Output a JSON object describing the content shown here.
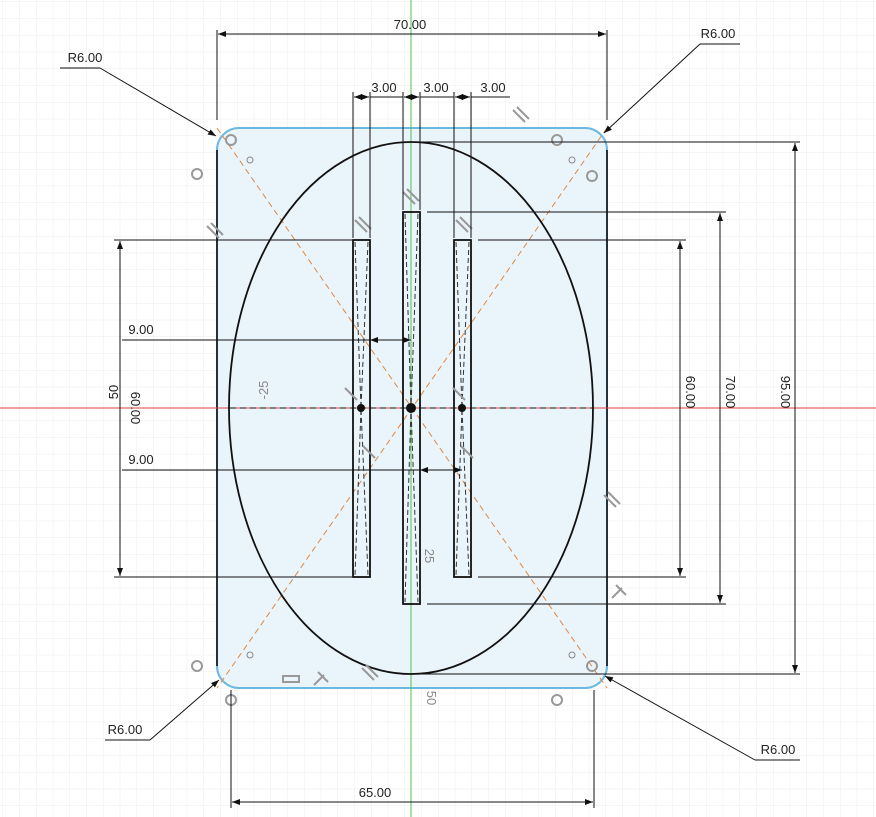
{
  "colors": {
    "profile_fill": "#eaf4fb",
    "profile_edge": "#6bb8e0",
    "x_axis": "#e04040",
    "y_axis": "#50c050",
    "construction": "#e08a40",
    "grid": "#e4e4e4"
  },
  "dimensions": {
    "overall_width": "70.00",
    "bottom_width": "65.00",
    "slot_width_1": "3.00",
    "slot_width_2": "3.00",
    "slot_width_3": "3.00",
    "radius_tl": "R6.00",
    "radius_tr": "R6.00",
    "radius_bl": "R6.00",
    "radius_br": "R6.00",
    "offset_upper": "9.00",
    "offset_lower": "9.00",
    "left_height": "60.00",
    "left_extra": "50",
    "right_slot_height": "60.00",
    "center_slot_height": "70.00",
    "overall_height": "95.00",
    "ellipse_minor": "-25",
    "slot_offset": "25",
    "ellipse_major": "50"
  }
}
